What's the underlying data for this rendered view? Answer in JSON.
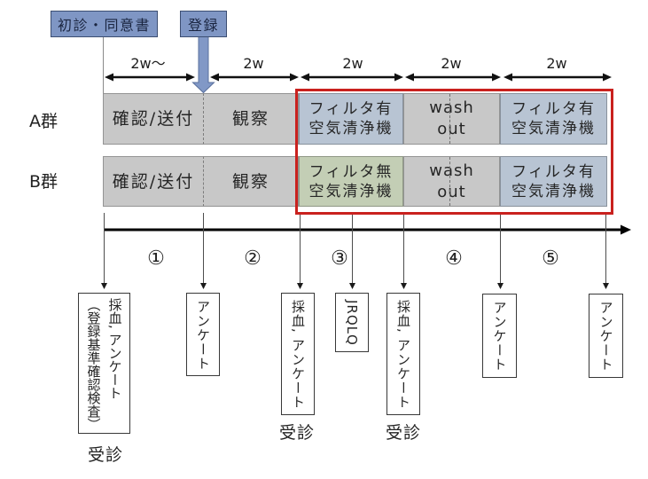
{
  "header": {
    "first_visit_consent": "初診・同意書",
    "registration": "登録"
  },
  "durations": [
    "2w〜",
    "2w",
    "2w",
    "2w",
    "2w"
  ],
  "groups": [
    {
      "label": "A群",
      "cells": [
        {
          "lines": [
            "確認/送付"
          ],
          "color": "#c8c8c8"
        },
        {
          "lines": [
            "観察"
          ],
          "color": "#c8c8c8"
        },
        {
          "lines": [
            "フィルタ有",
            "空気清浄機"
          ],
          "color": "#b8c4d3"
        },
        {
          "lines": [
            "wash",
            "out"
          ],
          "color": "#c8c8c8"
        },
        {
          "lines": [
            "フィルタ有",
            "空気清浄機"
          ],
          "color": "#b8c4d3"
        }
      ]
    },
    {
      "label": "B群",
      "cells": [
        {
          "lines": [
            "確認/送付"
          ],
          "color": "#c8c8c8"
        },
        {
          "lines": [
            "観察"
          ],
          "color": "#c8c8c8"
        },
        {
          "lines": [
            "フィルタ無",
            "空気清浄機"
          ],
          "color": "#c3ceb5"
        },
        {
          "lines": [
            "wash",
            "out"
          ],
          "color": "#c8c8c8"
        },
        {
          "lines": [
            "フィルタ有",
            "空気清浄機"
          ],
          "color": "#b8c4d3"
        }
      ]
    }
  ],
  "periods": [
    "①",
    "②",
    "③",
    "④",
    "⑤"
  ],
  "events": [
    {
      "lines": [
        "採血, アンケート",
        "（登録基準確認検査）"
      ],
      "visit": "受診"
    },
    {
      "lines": [
        "アンケート"
      ]
    },
    {
      "lines": [
        "採血, アンケート"
      ],
      "visit": "受診"
    },
    {
      "lines": [
        "JRQLQ"
      ]
    },
    {
      "lines": [
        "採血, アンケート"
      ],
      "visit": "受診"
    },
    {
      "lines": [
        "アンケート"
      ]
    },
    {
      "lines": [
        "アンケート"
      ]
    }
  ],
  "colors": {
    "header_fill": "#7f96c4",
    "registration_arrow_fill": "#8198c6",
    "highlight_border": "#c9211e"
  }
}
